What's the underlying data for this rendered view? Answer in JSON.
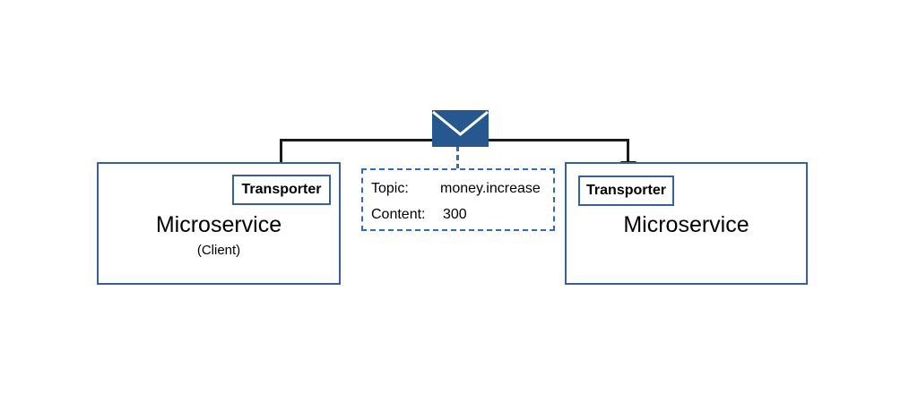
{
  "diagram": {
    "title": "Microservice message transport diagram",
    "colors": {
      "box_border_blue": "#36609E",
      "envelope_blue": "#27578F",
      "dashed_blue": "#2E6BB8",
      "line_black": "#1A1A1A",
      "background": "#FFFFFF"
    },
    "left_service": {
      "title": "Microservice",
      "subtitle": "(Client)",
      "transporter_label": "Transporter"
    },
    "right_service": {
      "title": "Microservice",
      "subtitle": "",
      "transporter_label": "Transporter"
    },
    "message": {
      "icon": "envelope-icon",
      "topic_key": "Topic:",
      "topic_value": "money.increase",
      "content_key": "Content:",
      "content_value": "300"
    },
    "connectors": {
      "bus_line": "horizontal-bus-line",
      "left_drop": "left-drop-line",
      "right_drop": "right-drop-arrow",
      "leader": "dashed-leader-line"
    }
  }
}
